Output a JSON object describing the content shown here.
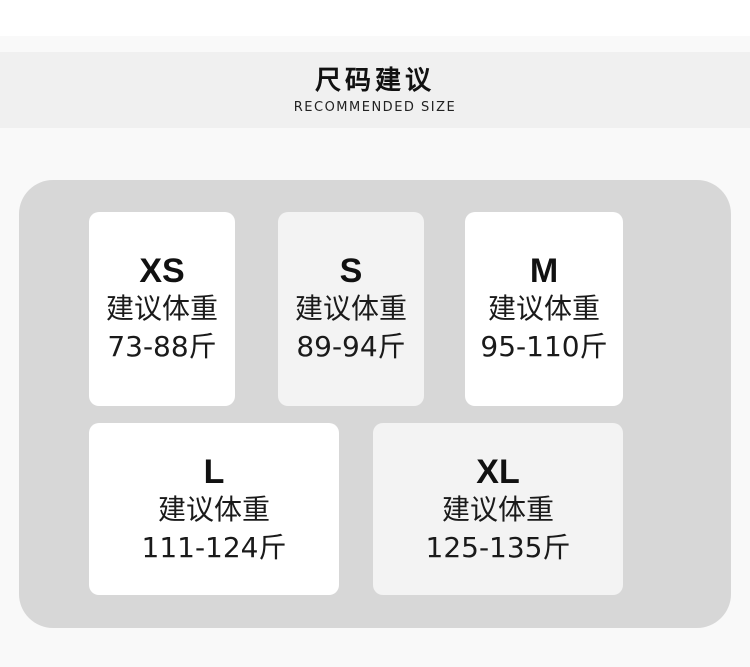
{
  "header": {
    "title_cn": "尺码建议",
    "title_en": "RECOMMENDED SIZE"
  },
  "cards": [
    {
      "size": "XS",
      "label": "建议体重",
      "range": "73-88斤"
    },
    {
      "size": "S",
      "label": "建议体重",
      "range": "89-94斤"
    },
    {
      "size": "M",
      "label": "建议体重",
      "range": "95-110斤"
    },
    {
      "size": "L",
      "label": "建议体重",
      "range": "111-124斤"
    },
    {
      "size": "XL",
      "label": "建议体重",
      "range": "125-135斤"
    }
  ],
  "colors": {
    "panel": "#d7d7d7",
    "card": "#ffffff",
    "card_alt": "#f3f3f3",
    "header_band": "#f0f0f0",
    "text": "#111111"
  }
}
